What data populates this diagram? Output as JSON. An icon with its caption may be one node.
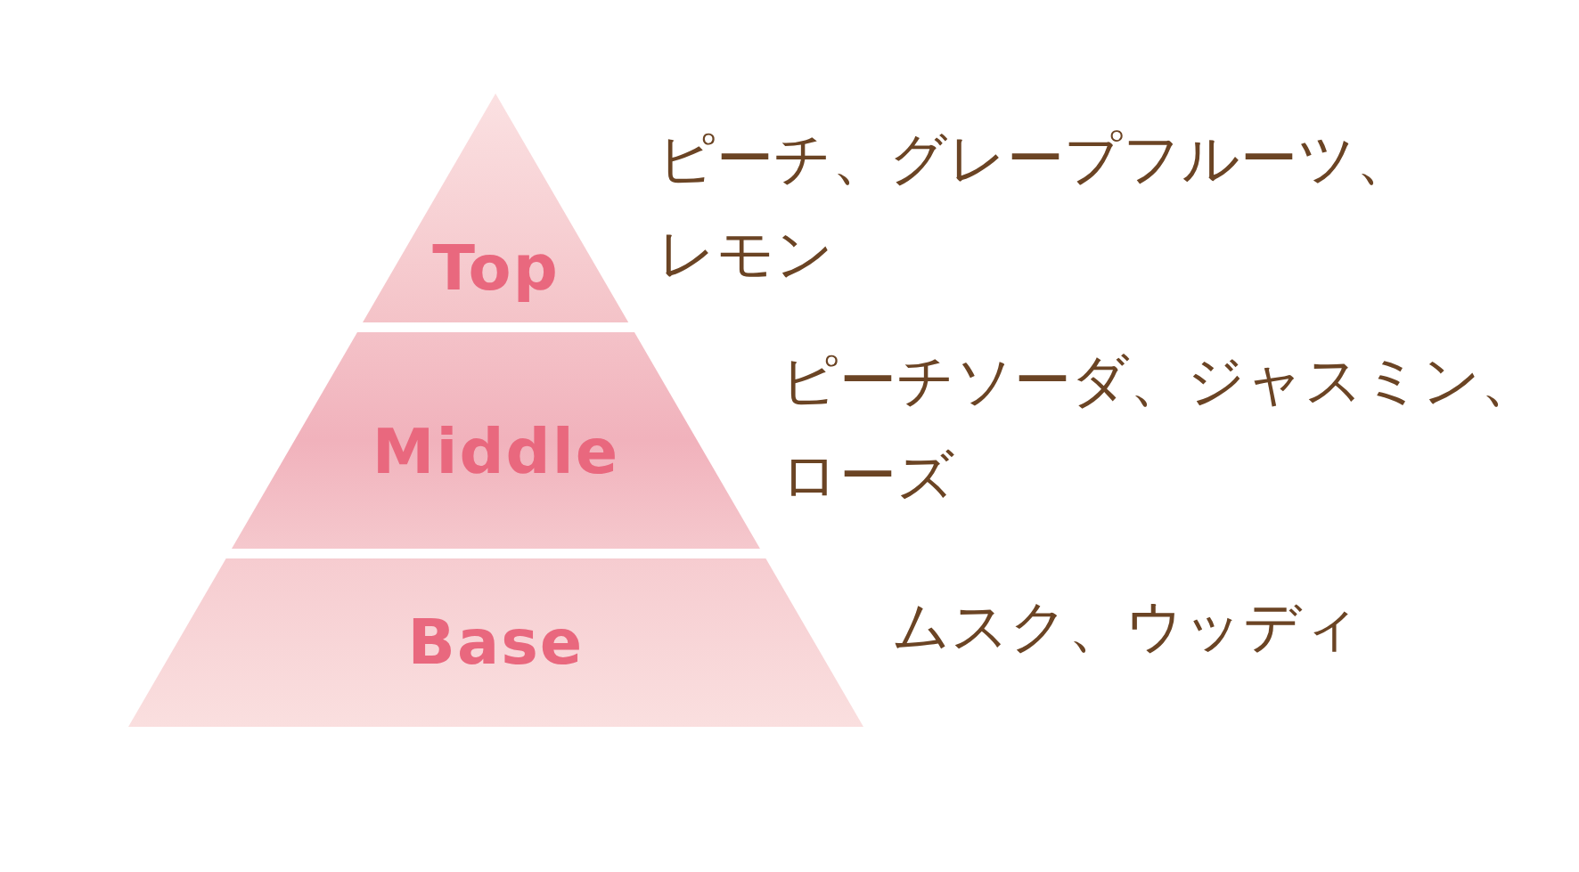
{
  "diagram": {
    "nodes": [
      {
        "text": [
          "Top"
        ],
        "beside": [
          "ピーチ、グレープフルーツ、レモン"
        ]
      },
      {
        "text": [
          "Middle"
        ],
        "beside": [
          "ピーチソーダ、ジャスミン、ローズ"
        ]
      },
      {
        "text": [
          "Base"
        ],
        "beside": [
          "ムスク、ウッディ"
        ]
      }
    ]
  }
}
